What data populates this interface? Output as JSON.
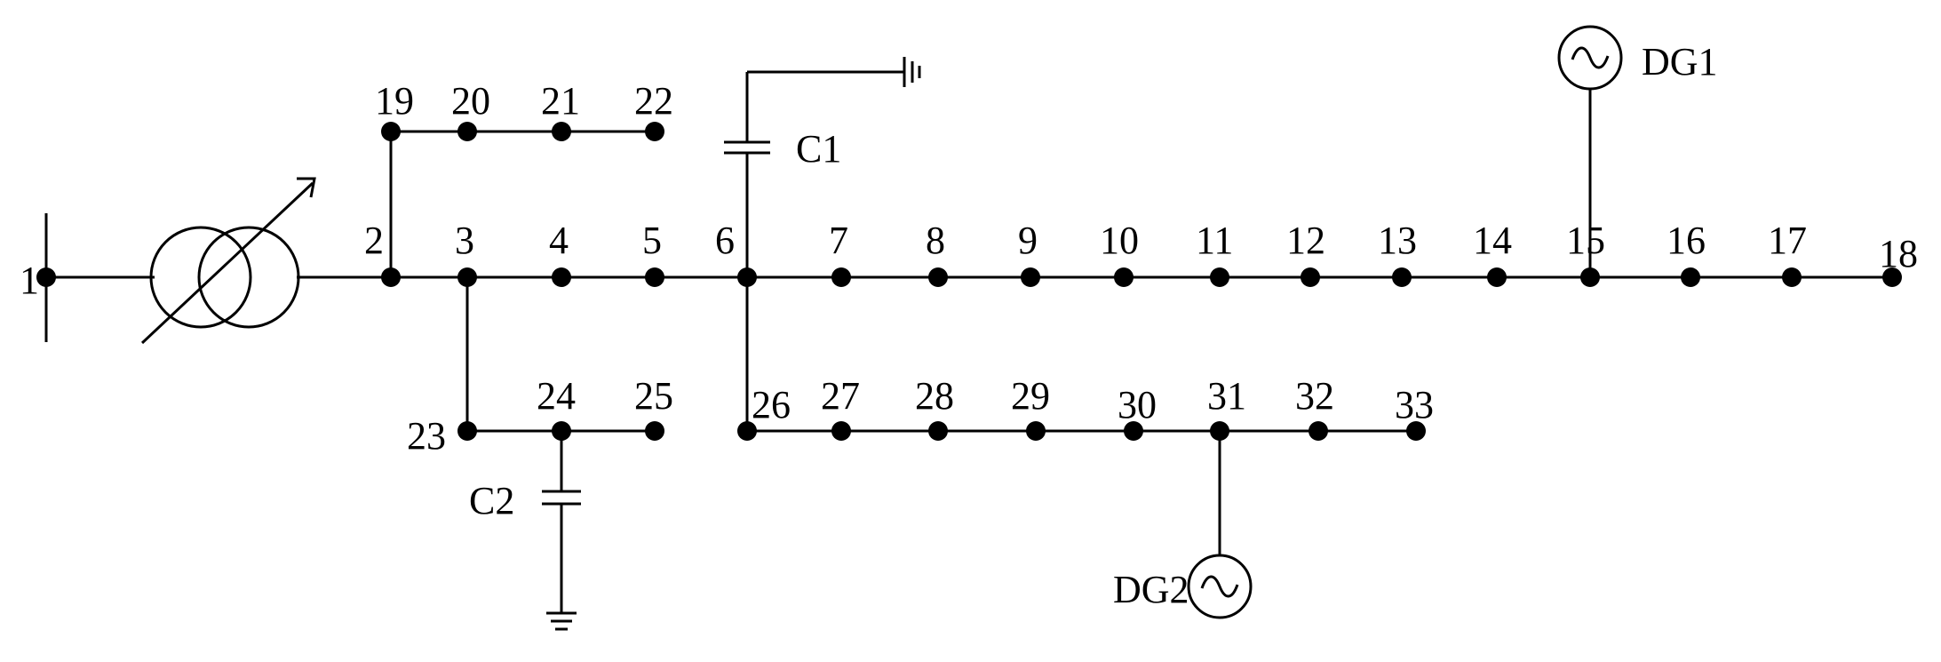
{
  "diagram": {
    "nodes": [
      {
        "id": "1",
        "label": "1"
      },
      {
        "id": "2",
        "label": "2"
      },
      {
        "id": "3",
        "label": "3"
      },
      {
        "id": "4",
        "label": "4"
      },
      {
        "id": "5",
        "label": "5"
      },
      {
        "id": "6",
        "label": "6"
      },
      {
        "id": "7",
        "label": "7"
      },
      {
        "id": "8",
        "label": "8"
      },
      {
        "id": "9",
        "label": "9"
      },
      {
        "id": "10",
        "label": "10"
      },
      {
        "id": "11",
        "label": "11"
      },
      {
        "id": "12",
        "label": "12"
      },
      {
        "id": "13",
        "label": "13"
      },
      {
        "id": "14",
        "label": "14"
      },
      {
        "id": "15",
        "label": "15"
      },
      {
        "id": "16",
        "label": "16"
      },
      {
        "id": "17",
        "label": "17"
      },
      {
        "id": "18",
        "label": "18"
      },
      {
        "id": "19",
        "label": "19"
      },
      {
        "id": "20",
        "label": "20"
      },
      {
        "id": "21",
        "label": "21"
      },
      {
        "id": "22",
        "label": "22"
      },
      {
        "id": "23",
        "label": "23"
      },
      {
        "id": "24",
        "label": "24"
      },
      {
        "id": "25",
        "label": "25"
      },
      {
        "id": "26",
        "label": "26"
      },
      {
        "id": "27",
        "label": "27"
      },
      {
        "id": "28",
        "label": "28"
      },
      {
        "id": "29",
        "label": "29"
      },
      {
        "id": "30",
        "label": "30"
      },
      {
        "id": "31",
        "label": "31"
      },
      {
        "id": "32",
        "label": "32"
      },
      {
        "id": "33",
        "label": "33"
      }
    ],
    "edges": [
      [
        "2",
        "3"
      ],
      [
        "3",
        "4"
      ],
      [
        "4",
        "5"
      ],
      [
        "5",
        "6"
      ],
      [
        "6",
        "7"
      ],
      [
        "7",
        "8"
      ],
      [
        "8",
        "9"
      ],
      [
        "9",
        "10"
      ],
      [
        "10",
        "11"
      ],
      [
        "11",
        "12"
      ],
      [
        "12",
        "13"
      ],
      [
        "13",
        "14"
      ],
      [
        "14",
        "15"
      ],
      [
        "15",
        "16"
      ],
      [
        "16",
        "17"
      ],
      [
        "17",
        "18"
      ],
      [
        "2",
        "19"
      ],
      [
        "19",
        "20"
      ],
      [
        "20",
        "21"
      ],
      [
        "21",
        "22"
      ],
      [
        "3",
        "23"
      ],
      [
        "23",
        "24"
      ],
      [
        "24",
        "25"
      ],
      [
        "6",
        "26"
      ],
      [
        "26",
        "27"
      ],
      [
        "27",
        "28"
      ],
      [
        "28",
        "29"
      ],
      [
        "29",
        "30"
      ],
      [
        "30",
        "31"
      ],
      [
        "31",
        "32"
      ],
      [
        "32",
        "33"
      ]
    ],
    "components": {
      "transformer": {
        "between": [
          "1",
          "2"
        ],
        "type": "regulating transformer"
      },
      "capacitors": [
        {
          "label": "C1",
          "node": "6"
        },
        {
          "label": "C2",
          "node": "24"
        }
      ],
      "generators": [
        {
          "label": "DG1",
          "node": "15"
        },
        {
          "label": "DG2",
          "node": "31"
        }
      ]
    }
  }
}
